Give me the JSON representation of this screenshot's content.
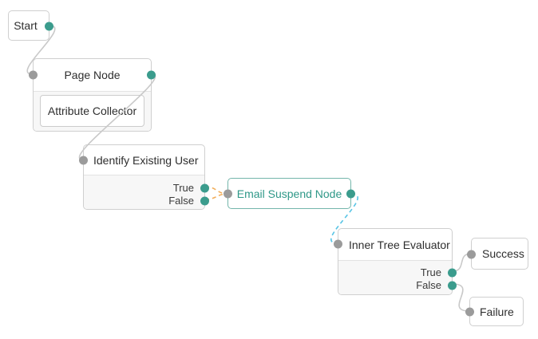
{
  "nodes": {
    "start": {
      "label": "Start"
    },
    "page_node": {
      "label": "Page Node",
      "child": {
        "label": "Attribute Collector"
      }
    },
    "identify_existing_user": {
      "label": "Identify Existing User",
      "outcomes": [
        "True",
        "False"
      ]
    },
    "email_suspend_node": {
      "label": "Email Suspend Node"
    },
    "inner_tree_evaluator": {
      "label": "Inner Tree Evaluator",
      "outcomes": [
        "True",
        "False"
      ]
    },
    "success": {
      "label": "Success"
    },
    "failure": {
      "label": "Failure"
    }
  },
  "connections": [
    {
      "from": "Start",
      "to": "Page Node",
      "style": "solid",
      "color": "#C9C9C9"
    },
    {
      "from": "Page Node",
      "to": "Identify Existing User",
      "style": "solid",
      "color": "#C9C9C9"
    },
    {
      "from": "Identify Existing User:True",
      "to": "Email Suspend Node",
      "style": "dashed",
      "color": "#F2AE5B"
    },
    {
      "from": "Identify Existing User:False",
      "to": "Email Suspend Node",
      "style": "dashed",
      "color": "#F2AE5B"
    },
    {
      "from": "Email Suspend Node",
      "to": "Inner Tree Evaluator",
      "style": "dashed",
      "color": "#57C4E5"
    },
    {
      "from": "Inner Tree Evaluator:True",
      "to": "Success",
      "style": "solid",
      "color": "#C9C9C9"
    },
    {
      "from": "Inner Tree Evaluator:False",
      "to": "Failure",
      "style": "solid",
      "color": "#C9C9C9"
    }
  ],
  "colors": {
    "output_connector": "#3B9C8D",
    "input_connector": "#9B9B9B",
    "node_border": "#CFCFCF",
    "node_body_bg": "#F7F7F7",
    "email_node_accent": "#2F9888",
    "canvas_bg": "#FFFFFF"
  }
}
